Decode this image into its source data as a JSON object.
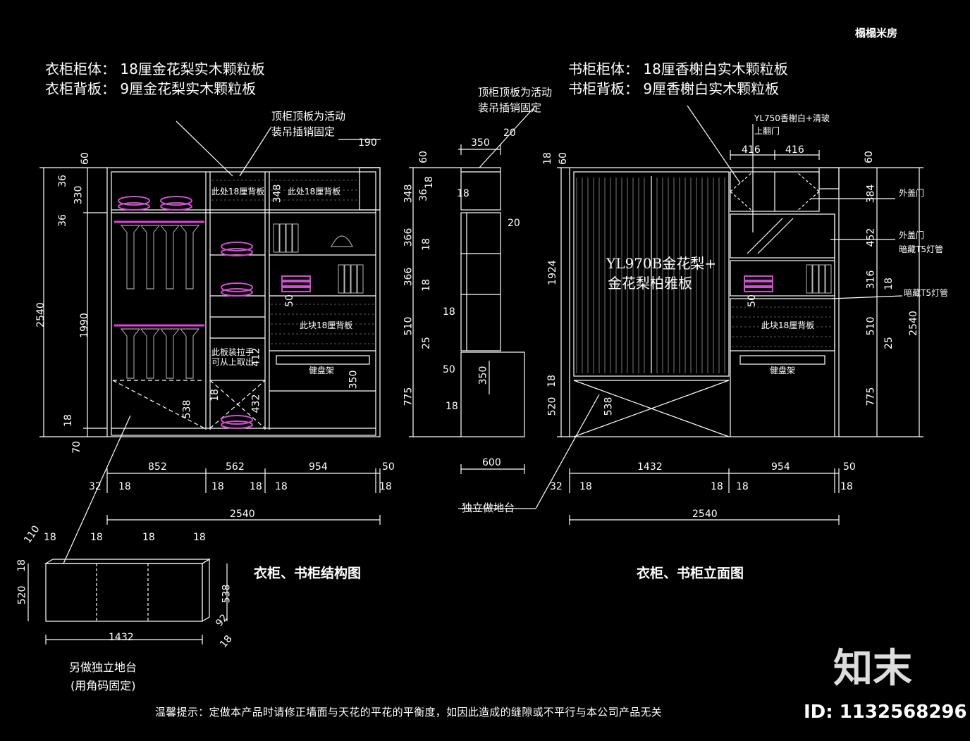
{
  "brand": "榻榻米房",
  "left": {
    "material_1": "衣柜柜体： 18厘金花梨实木颗粒板",
    "material_2": "衣柜背板： 9厘金花梨实木颗粒板",
    "top_note_1": "顶柜顶板为活动",
    "top_note_2": "装吊插销固定",
    "panel_label_a": "此处18厘背板",
    "panel_label_b": "此处18厘背板",
    "panel_label_c": "此块18厘背板",
    "drawer_note_1": "此板装拉手",
    "drawer_note_2": "可从上取出",
    "keyboard": "健盘架",
    "title": "衣柜、书柜结构图"
  },
  "middle": {
    "note_1": "顶柜顶板为活动",
    "note_2": "装吊插销固定",
    "base_note": "独立做地台"
  },
  "right": {
    "material_1": "书柜柜体： 18厘香榭白实木颗粒板",
    "material_2": "书柜背板： 9厘香榭白实木颗粒板",
    "door_note_1": "YL750香榭白+清玻",
    "door_note_2": "上翻门",
    "slide_1": "YL970B金花梨+",
    "slide_2": "金花梨柏雅板",
    "outer_door_a": "外盖门",
    "outer_door_b": "外盖门",
    "light_a": "暗藏T5灯管",
    "light_b": "暗藏T5灯管",
    "panel_label": "此块18厘背板",
    "keyboard": "健盘架",
    "title": "衣柜、书柜立面图"
  },
  "base": {
    "title_1": "另做独立地台",
    "title_2": "(用角码固定)"
  },
  "footer": {
    "tip": "温馨提示：定做本产品时请修正墙面与天花的平花的平衡度，如因此造成的缝隙或不平行与本公司产品无关",
    "id": "ID: 1132568296",
    "logo": "知末"
  },
  "dims": {
    "l_2540v": "2540",
    "l_1990": "1990",
    "l_60": "60",
    "l_36a": "36",
    "l_330": "330",
    "l_36b": "36",
    "l_18": "18",
    "l_70": "70",
    "l_190": "190",
    "l_348": "348",
    "l_412": "412",
    "l_432": "432",
    "l_538": "538",
    "l_18c": "18",
    "l_50c": "50",
    "l_350c": "350",
    "l_852": "852",
    "l_562": "562",
    "l_954": "954",
    "l_50": "50",
    "l_32": "32",
    "l_18a": "18",
    "l_18b": "18",
    "l_18d": "18",
    "l_18e": "18",
    "l_18f": "18",
    "l_2540h": "2540",
    "m_60": "60",
    "m_348": "348",
    "m_36": "36",
    "m_18a": "18",
    "m_366a": "366",
    "m_18b": "18",
    "m_366b": "366",
    "m_18c": "18",
    "m_510": "510",
    "m_25": "25",
    "m_775": "775",
    "m_350": "350",
    "m_20a": "20",
    "m_20b": "20",
    "m_18d": "18",
    "m_18e": "18",
    "m_50": "50",
    "m_350b": "350",
    "m_18f": "18",
    "m_600": "600",
    "r_18": "18",
    "r_60": "60",
    "r_1924": "1924",
    "r_18b": "18",
    "r_520": "520",
    "r_538": "538",
    "r_416a": "416",
    "r_416b": "416",
    "r_50c": "50",
    "r_1432": "1432",
    "r_954": "954",
    "r_50": "50",
    "r_32": "32",
    "r_18c": "18",
    "r_18d": "18",
    "r_18e": "18",
    "r_18f": "18",
    "r_2540h": "2540",
    "rr_60": "60",
    "rr_384": "384",
    "rr_452": "452",
    "rr_316": "316",
    "rr_18": "18",
    "rr_510": "510",
    "rr_25": "25",
    "rr_775": "775",
    "rr_2540": "2540",
    "b_110": "110",
    "b_18a": "18",
    "b_18b": "18",
    "b_18c": "18",
    "b_18d": "18",
    "b_18e": "18",
    "b_520": "520",
    "b_538": "538",
    "b_1432": "1432",
    "b_92": "92",
    "b_18f": "18"
  }
}
